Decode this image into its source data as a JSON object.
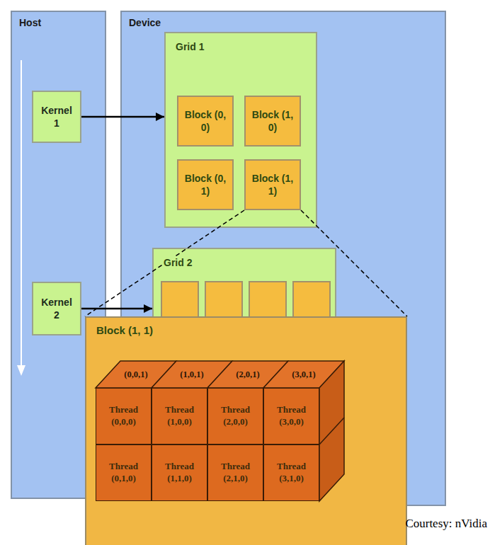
{
  "diagram": {
    "nodes": [
      {
        "text": [
          "Host"
        ]
      },
      {
        "text": [
          "Kernel 1"
        ],
        "in": 0
      },
      {
        "text": [
          "Kernel 2"
        ],
        "in": 0
      },
      {
        "text": [
          "Device"
        ]
      },
      {
        "text": [
          "Grid 1"
        ],
        "in": 3
      },
      {
        "text": [
          "Block (0, 0)"
        ],
        "in": 4
      },
      {
        "text": [
          "Block (1, 0)"
        ],
        "in": 4
      },
      {
        "text": [
          "Block (0, 1)"
        ],
        "in": 4
      },
      {
        "text": [
          "Block (1, 1)"
        ],
        "in": 4
      },
      {
        "text": [
          "Grid 2"
        ],
        "in": 3
      },
      {
        "text": [
          "Block (1, 1)"
        ]
      },
      {
        "text": [
          "(0,0,1)"
        ],
        "in": 10
      },
      {
        "text": [
          "(1,0,1)"
        ],
        "in": 10
      },
      {
        "text": [
          "(2,0,1)"
        ],
        "in": 10
      },
      {
        "text": [
          "(3,0,1)"
        ],
        "in": 10
      },
      {
        "text": [
          "Thread (0,0,0)"
        ],
        "in": 10
      },
      {
        "text": [
          "Thread (1,0,0)"
        ],
        "in": 10
      },
      {
        "text": [
          "Thread (2,0,0)"
        ],
        "in": 10
      },
      {
        "text": [
          "Thread (3,0,0)"
        ],
        "in": 10
      },
      {
        "text": [
          "Thread (0,1,0)"
        ],
        "in": 10
      },
      {
        "text": [
          "Thread (1,1,0)"
        ],
        "in": 10
      },
      {
        "text": [
          "Thread (2,1,0)"
        ],
        "in": 10
      },
      {
        "text": [
          "Thread (3,1,0)"
        ],
        "in": 10
      }
    ],
    "edges": [
      {
        "from": 1,
        "to": 4,
        "arrow": "to"
      },
      {
        "from": 2,
        "to": 9,
        "arrow": "to"
      },
      {
        "from": 8,
        "to": 10,
        "arrow": "none"
      },
      {
        "from": 8,
        "to": 10,
        "arrow": "none"
      }
    ],
    "labels": [
      "Courtesy: nVidia"
    ]
  }
}
